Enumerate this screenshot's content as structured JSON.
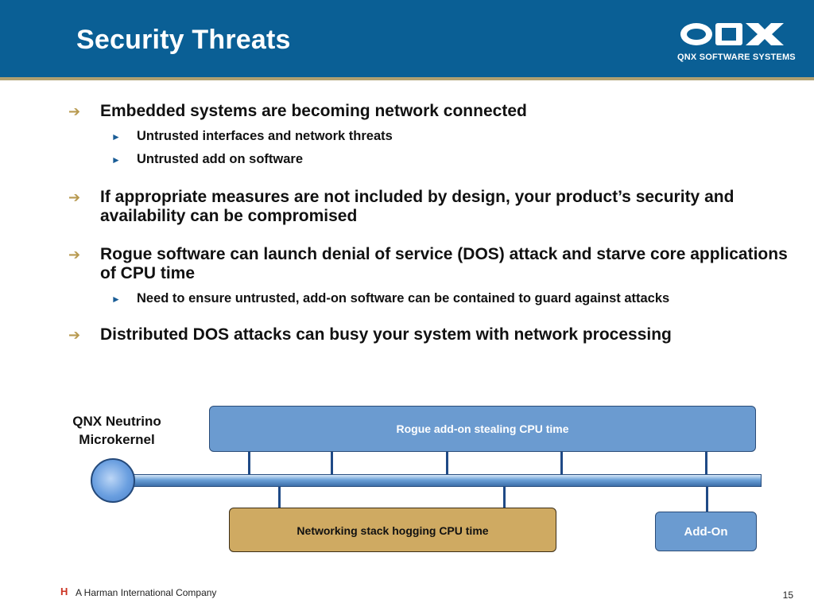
{
  "slide": {
    "title": "Security Threats",
    "logo": {
      "text": "QNX",
      "subtitle": "QNX SOFTWARE SYSTEMS",
      "accent_color": "#0a5f95"
    },
    "bullets": [
      {
        "text": "Embedded systems are becoming network connected",
        "subitems": [
          "Untrusted interfaces and network threats",
          "Untrusted add on software"
        ]
      },
      {
        "text": "If appropriate measures are not included by design, your product’s security and availability can be compromised",
        "subitems": []
      },
      {
        "text": "Rogue software can launch denial of service (DOS) attack and starve core applications of CPU time",
        "subitems": [
          "Need to ensure untrusted, add-on software can be contained to guard against attacks"
        ]
      },
      {
        "text": "Distributed DOS attacks can busy your system with network processing",
        "subitems": []
      }
    ]
  },
  "diagram": {
    "kernel_label": "QNX Neutrino Microkernel",
    "rogue_label": "Rogue add-on stealing CPU time",
    "network_label": "Networking stack hogging CPU time",
    "addon_label": "Add-On"
  },
  "footer": {
    "brand_letter": "H",
    "company": "A Harman International Company",
    "page_number": "15"
  },
  "colors": {
    "header": "#0a5f95",
    "rogue_box": "#6b9bd0",
    "network_box": "#cfaa62",
    "bullet_arrow": "#b89a50"
  }
}
